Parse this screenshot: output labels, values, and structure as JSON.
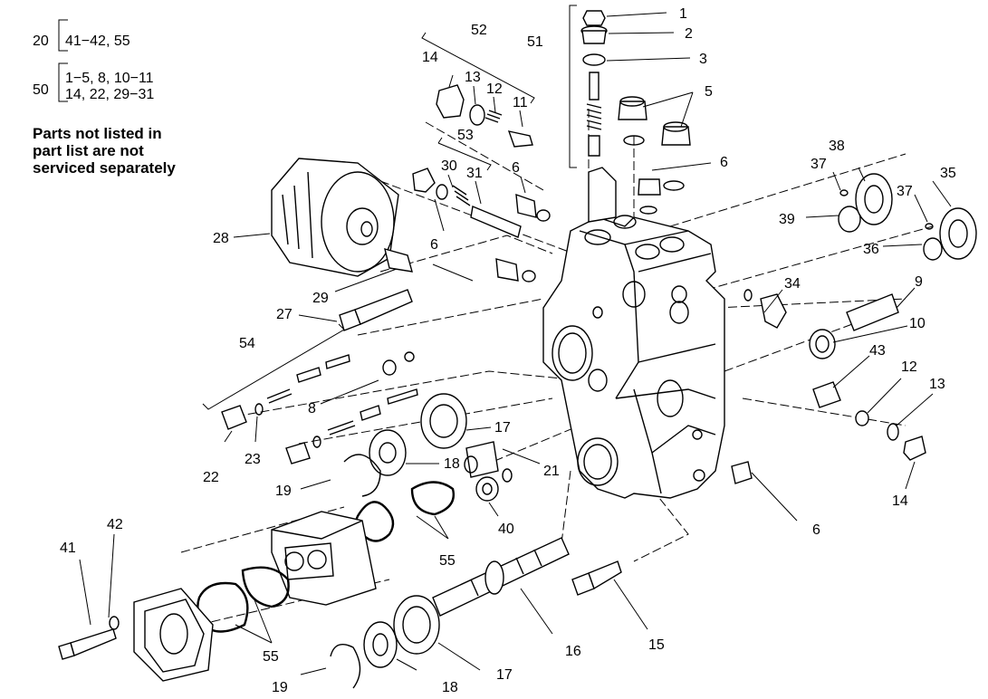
{
  "legend": {
    "group_a": {
      "number": "20",
      "items": "41−42, 55"
    },
    "group_b": {
      "number": "50",
      "line1": "1−5, 8, 10−11",
      "line2": "14, 22, 29−31"
    },
    "note": [
      "Parts not listed in",
      "part list are not",
      "serviced separately"
    ]
  },
  "callouts": [
    {
      "id": "c1",
      "text": "1"
    },
    {
      "id": "c2",
      "text": "2"
    },
    {
      "id": "c3",
      "text": "3"
    },
    {
      "id": "c5",
      "text": "5"
    },
    {
      "id": "c6a",
      "text": "6"
    },
    {
      "id": "c6b",
      "text": "6"
    },
    {
      "id": "c6c",
      "text": "6"
    },
    {
      "id": "c6d",
      "text": "6"
    },
    {
      "id": "c8",
      "text": "8"
    },
    {
      "id": "c9",
      "text": "9"
    },
    {
      "id": "c10",
      "text": "10"
    },
    {
      "id": "c11",
      "text": "11"
    },
    {
      "id": "c12a",
      "text": "12"
    },
    {
      "id": "c12b",
      "text": "12"
    },
    {
      "id": "c13a",
      "text": "13"
    },
    {
      "id": "c13b",
      "text": "13"
    },
    {
      "id": "c14a",
      "text": "14"
    },
    {
      "id": "c14b",
      "text": "14"
    },
    {
      "id": "c15",
      "text": "15"
    },
    {
      "id": "c16",
      "text": "16"
    },
    {
      "id": "c17a",
      "text": "17"
    },
    {
      "id": "c17b",
      "text": "17"
    },
    {
      "id": "c18a",
      "text": "18"
    },
    {
      "id": "c18b",
      "text": "18"
    },
    {
      "id": "c19a",
      "text": "19"
    },
    {
      "id": "c19b",
      "text": "19"
    },
    {
      "id": "c21",
      "text": "21"
    },
    {
      "id": "c22",
      "text": "22"
    },
    {
      "id": "c23",
      "text": "23"
    },
    {
      "id": "c27",
      "text": "27"
    },
    {
      "id": "c28",
      "text": "28"
    },
    {
      "id": "c29",
      "text": "29"
    },
    {
      "id": "c30",
      "text": "30"
    },
    {
      "id": "c31",
      "text": "31"
    },
    {
      "id": "c34",
      "text": "34"
    },
    {
      "id": "c35",
      "text": "35"
    },
    {
      "id": "c36",
      "text": "36"
    },
    {
      "id": "c37a",
      "text": "37"
    },
    {
      "id": "c37b",
      "text": "37"
    },
    {
      "id": "c38",
      "text": "38"
    },
    {
      "id": "c39",
      "text": "39"
    },
    {
      "id": "c40",
      "text": "40"
    },
    {
      "id": "c41",
      "text": "41"
    },
    {
      "id": "c42",
      "text": "42"
    },
    {
      "id": "c43",
      "text": "43"
    },
    {
      "id": "c51",
      "text": "51"
    },
    {
      "id": "c52",
      "text": "52"
    },
    {
      "id": "c53",
      "text": "53"
    },
    {
      "id": "c54",
      "text": "54"
    },
    {
      "id": "c55a",
      "text": "55"
    },
    {
      "id": "c55b",
      "text": "55"
    }
  ]
}
